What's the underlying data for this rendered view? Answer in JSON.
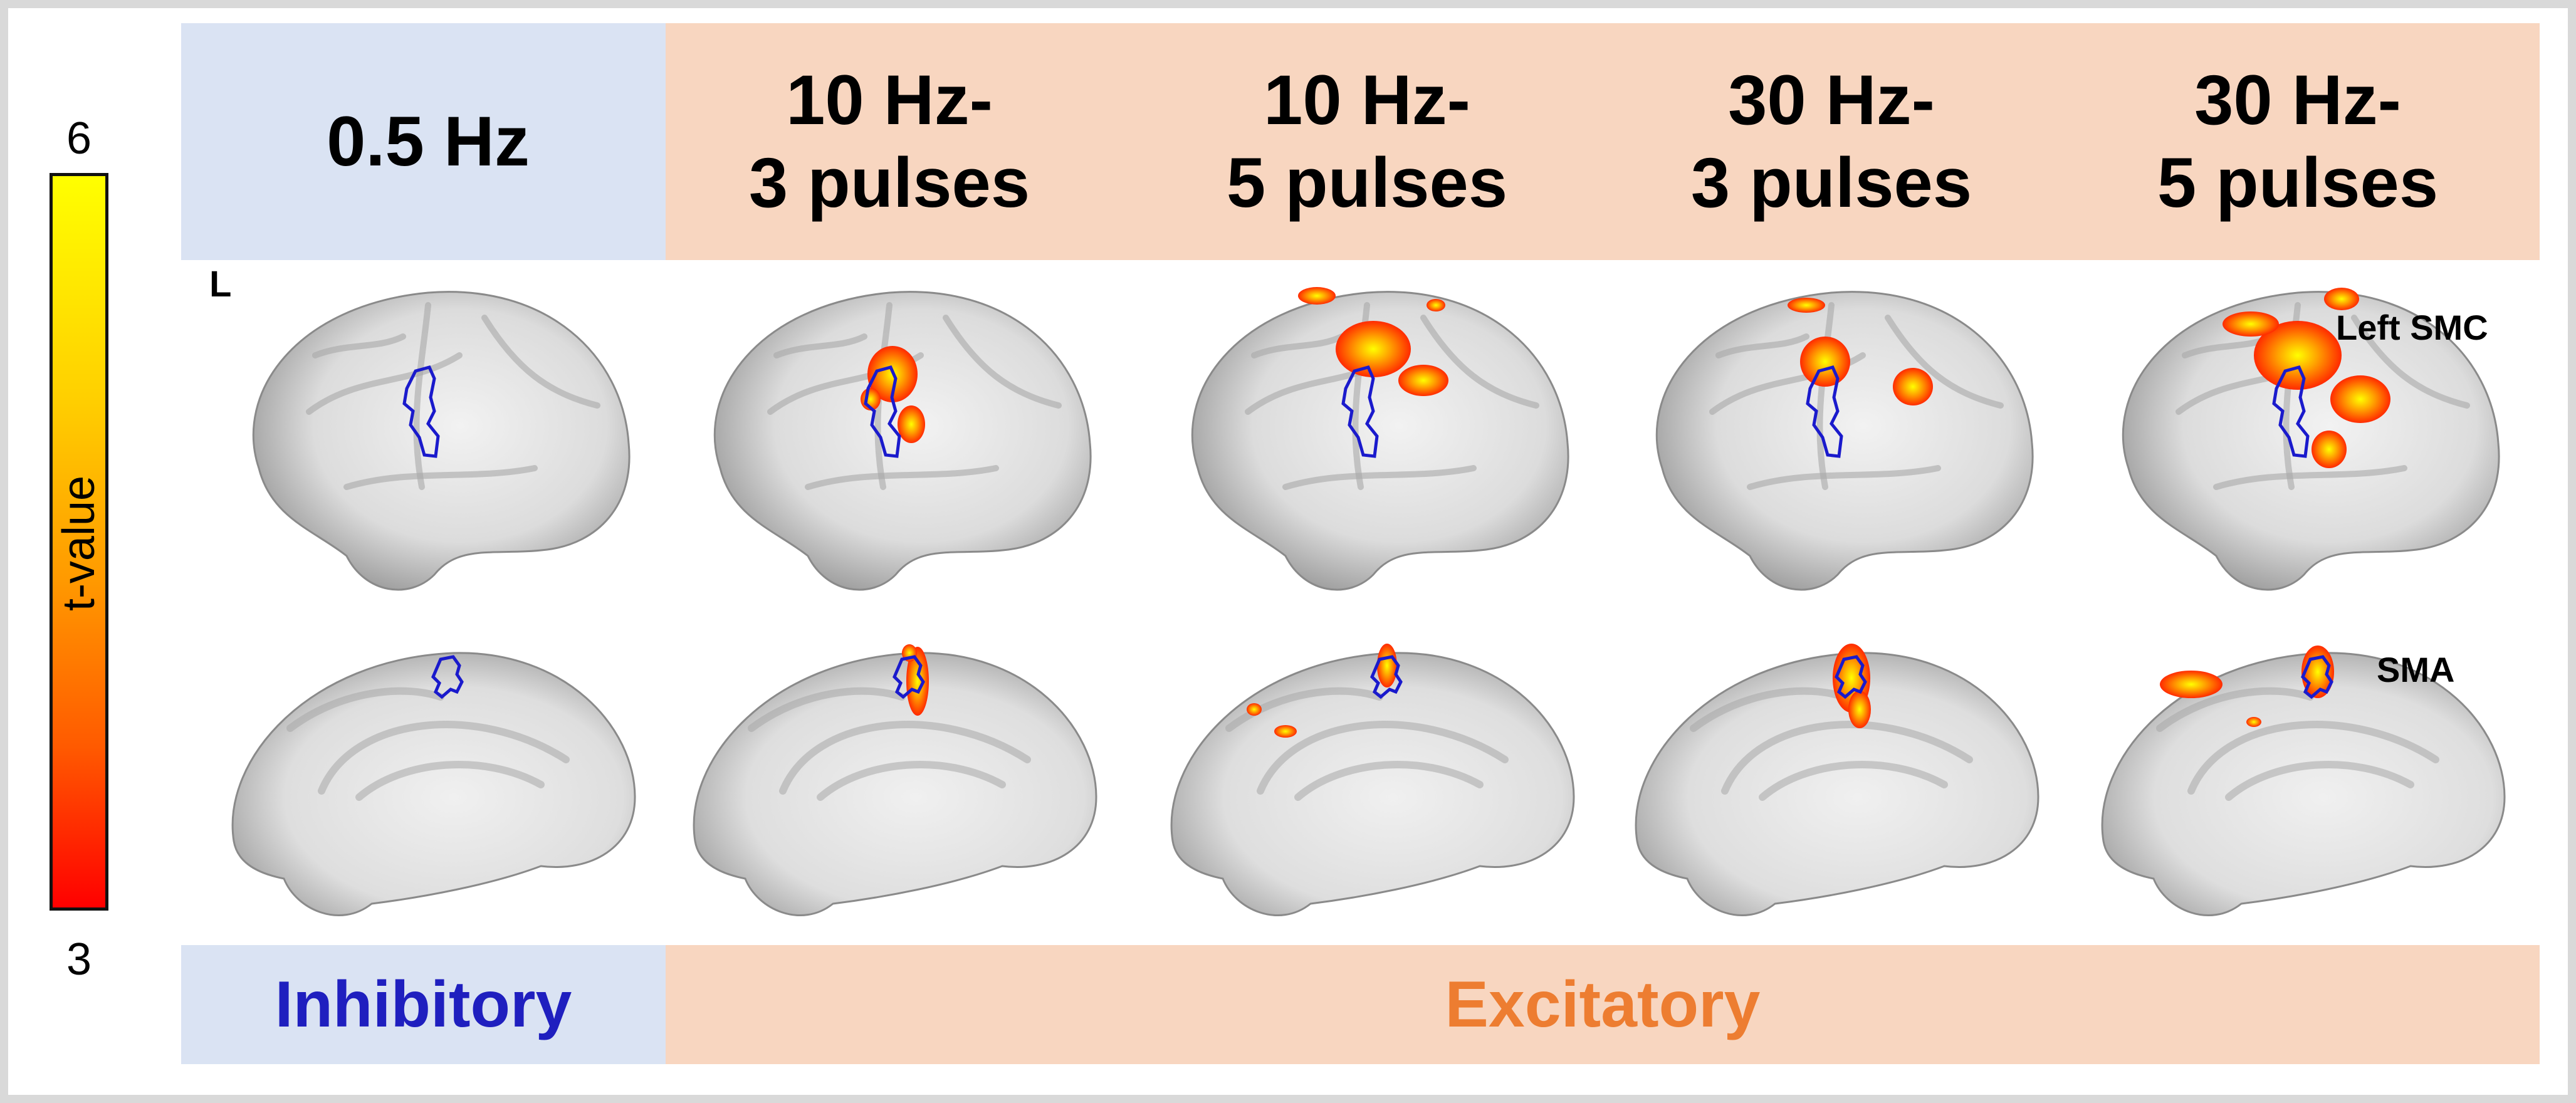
{
  "colorbar": {
    "title": "t-value",
    "max_label": "6",
    "min_label": "3",
    "colors": [
      "#ffff00",
      "#ff9a00",
      "#ff0000"
    ]
  },
  "hemisphere_label": "L",
  "columns": [
    {
      "title": "0.5 Hz",
      "group": "inhibitory"
    },
    {
      "title": "10 Hz-\n3 pulses",
      "group": "excitatory"
    },
    {
      "title": "10 Hz-\n5 pulses",
      "group": "excitatory"
    },
    {
      "title": "30 Hz-\n3 pulses",
      "group": "excitatory"
    },
    {
      "title": "30 Hz-\n5 pulses",
      "group": "excitatory"
    }
  ],
  "region_labels": {
    "lateral": "Left SMC",
    "medial": "SMA"
  },
  "groups": {
    "inhibitory": "Inhibitory",
    "excitatory": "Excitatory"
  },
  "colors": {
    "inhibitory_bg": "#dae3f3",
    "excitatory_bg": "#f8d6c0",
    "inhibitory_text": "#1f1fbf",
    "excitatory_text": "#ed7d31",
    "roi_outline": "#1a1acc"
  }
}
